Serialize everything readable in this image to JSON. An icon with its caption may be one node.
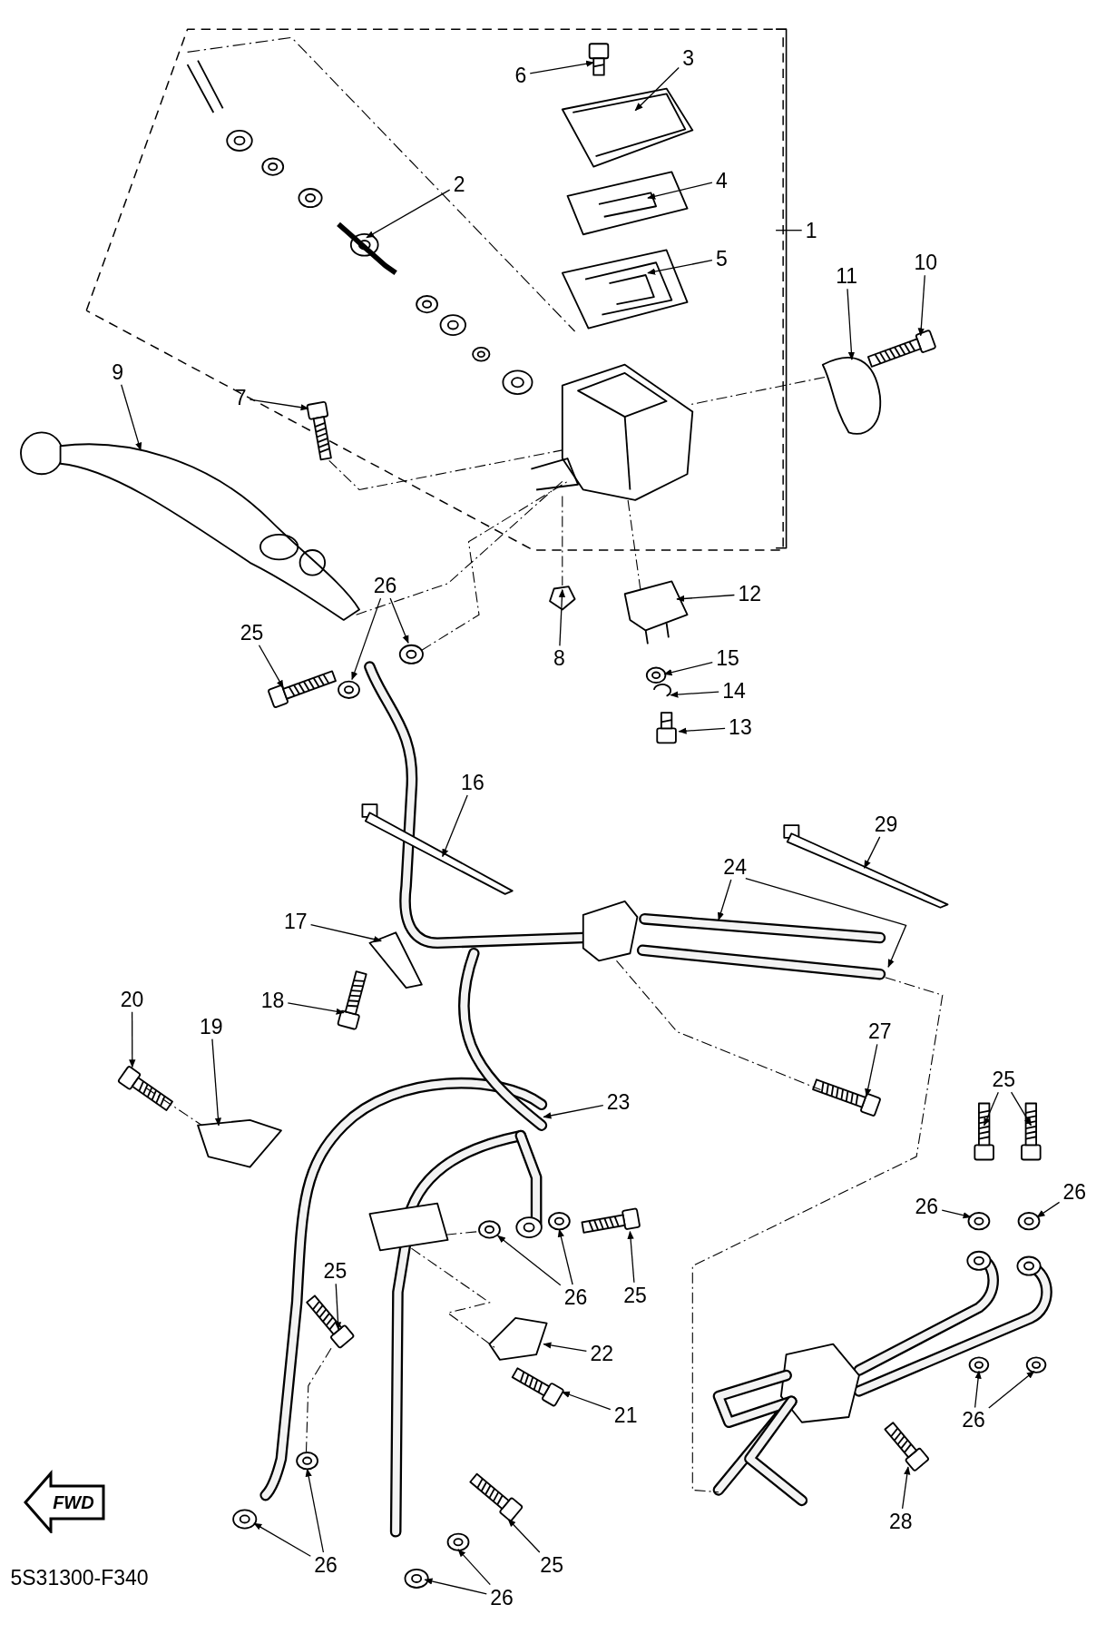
{
  "diagram": {
    "nodes": [
      {
        "text": [
          "6"
        ]
      },
      {
        "text": [
          "3"
        ]
      },
      {
        "text": [
          "2"
        ]
      },
      {
        "text": [
          "4"
        ]
      },
      {
        "text": [
          "5"
        ]
      },
      {
        "text": [
          "1"
        ]
      },
      {
        "text": [
          "11"
        ]
      },
      {
        "text": [
          "10"
        ]
      },
      {
        "text": [
          "9"
        ]
      },
      {
        "text": [
          "7"
        ]
      },
      {
        "text": [
          "26"
        ]
      },
      {
        "text": [
          "12"
        ]
      },
      {
        "text": [
          "25"
        ]
      },
      {
        "text": [
          "8"
        ]
      },
      {
        "text": [
          "15"
        ]
      },
      {
        "text": [
          "14"
        ]
      },
      {
        "text": [
          "13"
        ]
      },
      {
        "text": [
          "16"
        ]
      },
      {
        "text": [
          "29"
        ]
      },
      {
        "text": [
          "24"
        ]
      },
      {
        "text": [
          "17"
        ]
      },
      {
        "text": [
          "18"
        ]
      },
      {
        "text": [
          "27"
        ]
      },
      {
        "text": [
          "20"
        ]
      },
      {
        "text": [
          "19"
        ]
      },
      {
        "text": [
          "23"
        ]
      },
      {
        "text": [
          "25"
        ]
      },
      {
        "text": [
          "26"
        ]
      },
      {
        "text": [
          "26"
        ]
      },
      {
        "text": [
          "25"
        ]
      },
      {
        "text": [
          "26"
        ]
      },
      {
        "text": [
          "25"
        ]
      },
      {
        "text": [
          "22"
        ]
      },
      {
        "text": [
          "21"
        ]
      },
      {
        "text": [
          "26"
        ]
      },
      {
        "text": [
          "28"
        ]
      },
      {
        "text": [
          "26"
        ]
      },
      {
        "text": [
          "25"
        ]
      },
      {
        "text": [
          "26"
        ]
      },
      {
        "text": [
          "FWD"
        ]
      },
      {
        "text": [],
        "shape": "bolt"
      },
      {
        "text": [],
        "shape": "picture"
      },
      {
        "text": [],
        "shape": "picture"
      },
      {
        "text": [],
        "shape": "picture"
      },
      {
        "text": [],
        "shape": "picture"
      },
      {
        "text": [],
        "shape": "bar"
      },
      {
        "text": [],
        "shape": "picture"
      },
      {
        "text": [],
        "shape": "bolt"
      },
      {
        "text": [],
        "shape": "picture"
      },
      {
        "text": [],
        "shape": "bolt"
      },
      {
        "text": [],
        "shape": "washer"
      },
      {
        "text": [],
        "shape": "washer"
      },
      {
        "text": [],
        "shape": "picture"
      },
      {
        "text": [],
        "shape": "bolt"
      },
      {
        "text": [],
        "shape": "picture"
      },
      {
        "text": [],
        "shape": "washer"
      },
      {
        "text": [],
        "shape": "picture"
      },
      {
        "text": [],
        "shape": "bolt"
      },
      {
        "text": [],
        "shape": "bar"
      },
      {
        "text": [],
        "shape": "bar"
      },
      {
        "text": [],
        "shape": "picture"
      },
      {
        "text": [],
        "shape": "picture"
      },
      {
        "text": [],
        "shape": "picture"
      },
      {
        "text": [],
        "shape": "bolt"
      },
      {
        "text": [],
        "shape": "bolt"
      },
      {
        "text": [],
        "shape": "bolt"
      },
      {
        "text": [],
        "shape": "picture"
      },
      {
        "text": [],
        "shape": "picture"
      },
      {
        "text": [],
        "shape": "bolt"
      },
      {
        "text": [],
        "shape": "bolt"
      },
      {
        "text": [],
        "shape": "washer"
      },
      {
        "text": [],
        "shape": "washer"
      },
      {
        "text": [],
        "shape": "bolt"
      },
      {
        "text": [],
        "shape": "washer"
      },
      {
        "text": [],
        "shape": "washer"
      },
      {
        "text": [],
        "shape": "bolt"
      },
      {
        "text": [],
        "shape": "picture"
      },
      {
        "text": [],
        "shape": "bolt"
      },
      {
        "text": [],
        "shape": "washer"
      },
      {
        "text": [],
        "shape": "washer"
      },
      {
        "text": [],
        "shape": "bolt"
      },
      {
        "text": [],
        "shape": "washer"
      },
      {
        "text": [],
        "shape": "washer"
      },
      {
        "text": [],
        "shape": "bolt"
      },
      {
        "text": [],
        "shape": "washer"
      },
      {
        "text": [],
        "shape": "washer"
      },
      {
        "text": [],
        "shape": "picture"
      },
      {
        "text": [],
        "shape": "picture"
      },
      {
        "text": [],
        "shape": "picture"
      },
      {
        "text": [],
        "shape": "picture"
      }
    ],
    "edges": [
      {
        "from": 0,
        "to": 40,
        "arrow": "to"
      },
      {
        "from": 1,
        "to": 41,
        "arrow": "to"
      },
      {
        "from": 2,
        "to": 42,
        "arrow": "to"
      },
      {
        "from": 3,
        "to": 43,
        "arrow": "to"
      },
      {
        "from": 4,
        "to": 44,
        "arrow": "to"
      },
      {
        "from": 5,
        "to": 45,
        "arrow": "none"
      },
      {
        "from": 6,
        "to": 46,
        "arrow": "to"
      },
      {
        "from": 7,
        "to": 47,
        "arrow": "to"
      },
      {
        "from": 8,
        "to": 48,
        "arrow": "to"
      },
      {
        "from": 9,
        "to": 49,
        "arrow": "to"
      },
      {
        "from": 10,
        "to": 50,
        "arrow": "to"
      },
      {
        "from": 10,
        "to": 51,
        "arrow": "to"
      },
      {
        "from": 11,
        "to": 52,
        "arrow": "to"
      },
      {
        "from": 12,
        "to": 53,
        "arrow": "to"
      },
      {
        "from": 13,
        "to": 54,
        "arrow": "to"
      },
      {
        "from": 14,
        "to": 55,
        "arrow": "to"
      },
      {
        "from": 15,
        "to": 56,
        "arrow": "to"
      },
      {
        "from": 16,
        "to": 57,
        "arrow": "to"
      },
      {
        "from": 17,
        "to": 58,
        "arrow": "to"
      },
      {
        "from": 18,
        "to": 59,
        "arrow": "to"
      },
      {
        "from": 19,
        "to": 60,
        "arrow": "to"
      },
      {
        "from": 19,
        "to": 61,
        "arrow": "to"
      },
      {
        "from": 20,
        "to": 62,
        "arrow": "to"
      },
      {
        "from": 21,
        "to": 63,
        "arrow": "to"
      },
      {
        "from": 22,
        "to": 64,
        "arrow": "to"
      },
      {
        "from": 23,
        "to": 65,
        "arrow": "to"
      },
      {
        "from": 24,
        "to": 66,
        "arrow": "to"
      },
      {
        "from": 25,
        "to": 67,
        "arrow": "to"
      },
      {
        "from": 26,
        "to": 68,
        "arrow": "to"
      },
      {
        "from": 26,
        "to": 69,
        "arrow": "to"
      },
      {
        "from": 27,
        "to": 70,
        "arrow": "to"
      },
      {
        "from": 28,
        "to": 71,
        "arrow": "to"
      },
      {
        "from": 29,
        "to": 72,
        "arrow": "to"
      },
      {
        "from": 30,
        "to": 73,
        "arrow": "to"
      },
      {
        "from": 30,
        "to": 74,
        "arrow": "to"
      },
      {
        "from": 31,
        "to": 75,
        "arrow": "to"
      },
      {
        "from": 32,
        "to": 76,
        "arrow": "to"
      },
      {
        "from": 33,
        "to": 77,
        "arrow": "to"
      },
      {
        "from": 34,
        "to": 78,
        "arrow": "to"
      },
      {
        "from": 34,
        "to": 79,
        "arrow": "to"
      },
      {
        "from": 35,
        "to": 80,
        "arrow": "to"
      },
      {
        "from": 36,
        "to": 81,
        "arrow": "to"
      },
      {
        "from": 36,
        "to": 82,
        "arrow": "to"
      },
      {
        "from": 37,
        "to": 83,
        "arrow": "to"
      },
      {
        "from": 38,
        "to": 84,
        "arrow": "to"
      },
      {
        "from": 38,
        "to": 85,
        "arrow": "to"
      },
      {
        "from": 49,
        "to": 86,
        "arrow": "none",
        "style": "dashed"
      },
      {
        "from": 46,
        "to": 86,
        "arrow": "none",
        "style": "dashed"
      },
      {
        "from": 86,
        "to": 52,
        "arrow": "none",
        "style": "dashed"
      },
      {
        "from": 86,
        "to": 54,
        "arrow": "none",
        "style": "dashed"
      },
      {
        "from": 48,
        "to": 86,
        "arrow": "none",
        "style": "dashed"
      },
      {
        "from": 51,
        "to": 86,
        "arrow": "none",
        "style": "dashed"
      },
      {
        "from": 61,
        "to": 87,
        "arrow": "none",
        "style": "dashed"
      },
      {
        "from": 88,
        "to": 64,
        "arrow": "none",
        "style": "dashed"
      },
      {
        "from": 65,
        "to": 66,
        "arrow": "none",
        "style": "dashed"
      },
      {
        "from": 89,
        "to": 76,
        "arrow": "none",
        "style": "dashed"
      },
      {
        "from": 89,
        "to": 73,
        "arrow": "none",
        "style": "dashed"
      },
      {
        "from": 72,
        "to": 82,
        "arrow": "none",
        "style": "dashed"
      }
    ],
    "labels": [
      "5S31300-F340"
    ]
  }
}
